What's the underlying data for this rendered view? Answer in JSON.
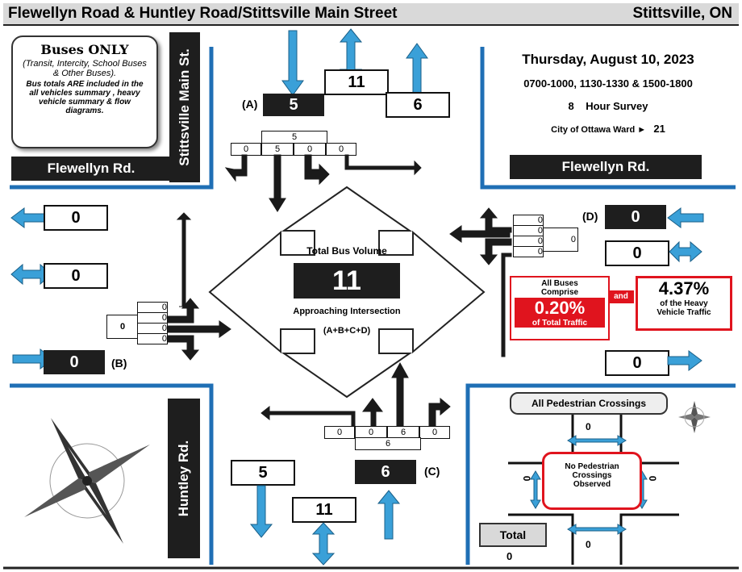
{
  "header": {
    "title": "Flewellyn Road & Huntley Road/Stittsville Main Street",
    "city": "Stittsville, ON"
  },
  "legend": {
    "title": "Buses ONLY",
    "desc": "(Transit, Intercity, School Buses & Other Buses).",
    "note": "Bus totals ARE included in the all vehicles summary , heavy vehicle summary &  flow diagrams."
  },
  "streets": {
    "north": "Stittsville Main St.",
    "west_top": "Flewellyn Rd.",
    "east_top": "Flewellyn Rd.",
    "south": "Huntley Rd."
  },
  "survey": {
    "date": "Thursday, August 10, 2023",
    "times": "0700-1000, 1130-1330 & 1500-1800",
    "hours": "8",
    "hours_label": "Hour Survey",
    "ward_label": "City of Ottawa Ward ►",
    "ward": "21"
  },
  "north": {
    "label": "(A)",
    "in": "5",
    "out": "6",
    "total": "11",
    "approach": "5",
    "left": "0",
    "thru": "5",
    "right": "0",
    "uturn": "0"
  },
  "west": {
    "label": "(B)",
    "in": "0",
    "out": "0",
    "total": "0",
    "approach": "0",
    "c1": "0",
    "c2": "0",
    "c3": "0",
    "c4": "0"
  },
  "south": {
    "label": "(C)",
    "in": "6",
    "out": "5",
    "total": "11",
    "approach": "6",
    "c1": "0",
    "c2": "0",
    "c3": "6",
    "c4": "0"
  },
  "east": {
    "label": "(D)",
    "in": "0",
    "out": "0",
    "total": "0",
    "approach": "0",
    "c1": "0",
    "c2": "0",
    "c3": "0",
    "c4": "0"
  },
  "center": {
    "title": "Total Bus Volume",
    "value": "11",
    "sub": "Approaching Intersection",
    "formula": "(A+B+C+D)"
  },
  "comprise": {
    "head1": "All Buses",
    "head2": "Comprise",
    "pct": "0.20%",
    "foot": "of Total Traffic",
    "and": "and",
    "pct2": "4.37%",
    "foot2a": "of the Heavy",
    "foot2b": "Vehicle Traffic"
  },
  "peds": {
    "title": "All Pedestrian Crossings",
    "none1": "No Pedestrian",
    "none2": "Crossings",
    "none3": "Observed",
    "north": "0",
    "south": "0",
    "west": "0",
    "east": "0",
    "total_label": "Total",
    "total": "0"
  },
  "colors": {
    "accent": "#1f6fb5",
    "arrow_blue": "#3aa0d8",
    "red": "#e0141e"
  }
}
